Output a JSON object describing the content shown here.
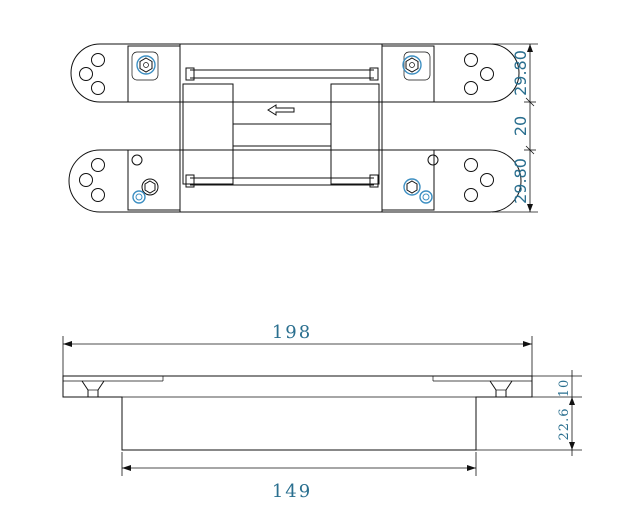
{
  "colors": {
    "line": "#111111",
    "dimension_text": "#2a6f8f",
    "screw_highlight": "#3d8fc2"
  },
  "top_view": {
    "dimensions": {
      "upper_leaf": "29.80",
      "gap": "20",
      "lower_leaf": "29.80"
    }
  },
  "side_view": {
    "dimensions": {
      "overall_length": "198",
      "body_length": "149",
      "plate_thickness": "10",
      "body_depth": "22.6"
    }
  }
}
